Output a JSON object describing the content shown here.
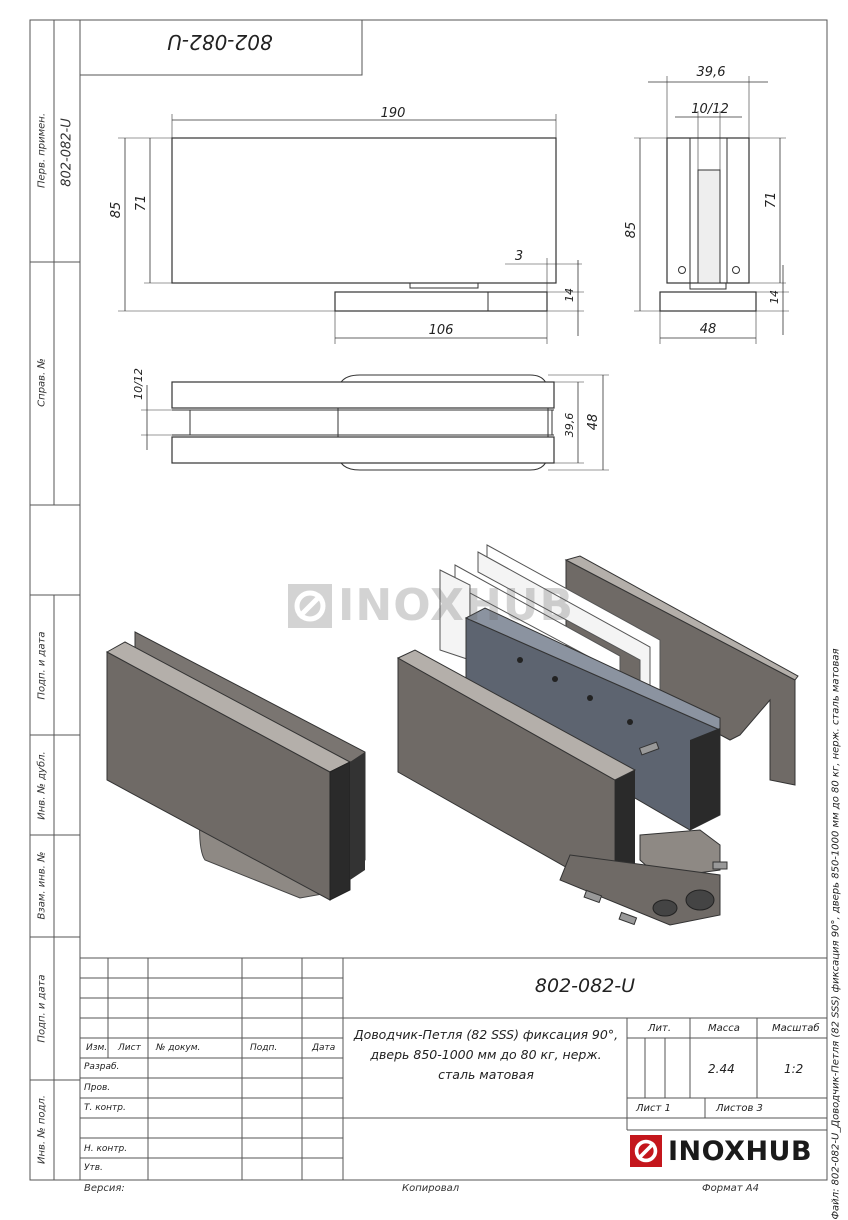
{
  "drawing_number": "802-082-U",
  "drawing_number_rotated": "802-082-U",
  "sidebar": {
    "perv_primen_label": "Перв. примен.",
    "perv_primen_value": "802-082-U",
    "sprav_label": "Справ. №",
    "podp_data_1": "Подп. и дата",
    "inv_dubl": "Инв. № дубл.",
    "vzam_inv": "Взам. инв. №",
    "podp_data_2": "Подп. и дата",
    "inv_podl": "Инв. № подл."
  },
  "dimensions": {
    "front_width": "190",
    "front_height_total": "85",
    "front_height_body": "71",
    "front_gap": "3",
    "front_base_height": "14",
    "front_base_width": "106",
    "side_width_total": "39,6",
    "side_slot": "10/12",
    "side_height_total": "85",
    "side_height_body": "71",
    "side_base_height": "14",
    "side_base_width": "48",
    "top_slot": "10/12",
    "top_inner": "39,6",
    "top_outer": "48"
  },
  "watermark": {
    "text": "INOXHUB"
  },
  "title_block": {
    "drawing_number": "802-082-U",
    "description": "Доводчик-Петля (82 SSS) фиксация 90°, дверь 850-1000 мм до 80 кг, нерж. сталь матовая",
    "headers": {
      "izm": "Изм.",
      "list": "Лист",
      "doc_no": "№ докум.",
      "podp": "Подп.",
      "data": "Дата"
    },
    "roles": {
      "razrab": "Разраб.",
      "prov": "Пров.",
      "t_kontr": "Т. контр.",
      "n_kontr": "Н. контр.",
      "utv": "Утв."
    },
    "lit_label": "Лит.",
    "massa_label": "Масса",
    "massa_value": "2.44",
    "masshtab_label": "Масштаб",
    "masshtab_value": "1:2",
    "list_label": "Лист 1",
    "listov_label": "Листов 3",
    "logo_text": "INOXHUB"
  },
  "footer": {
    "versiya": "Версия:",
    "kopiroval": "Копировал",
    "format": "Формат А4"
  },
  "file_caption": "Файл: 802-082-U_Доводчик-Петля (82 SSS) фиксация 90°, дверь 850-1000 мм до 80 кг, нерж. сталь матовая",
  "colors": {
    "metal_dark": "#6f6a66",
    "metal_mid": "#8e8984",
    "metal_light": "#b4afaa",
    "blue_block": "#5d6470",
    "black_part": "#2a2a2a"
  }
}
